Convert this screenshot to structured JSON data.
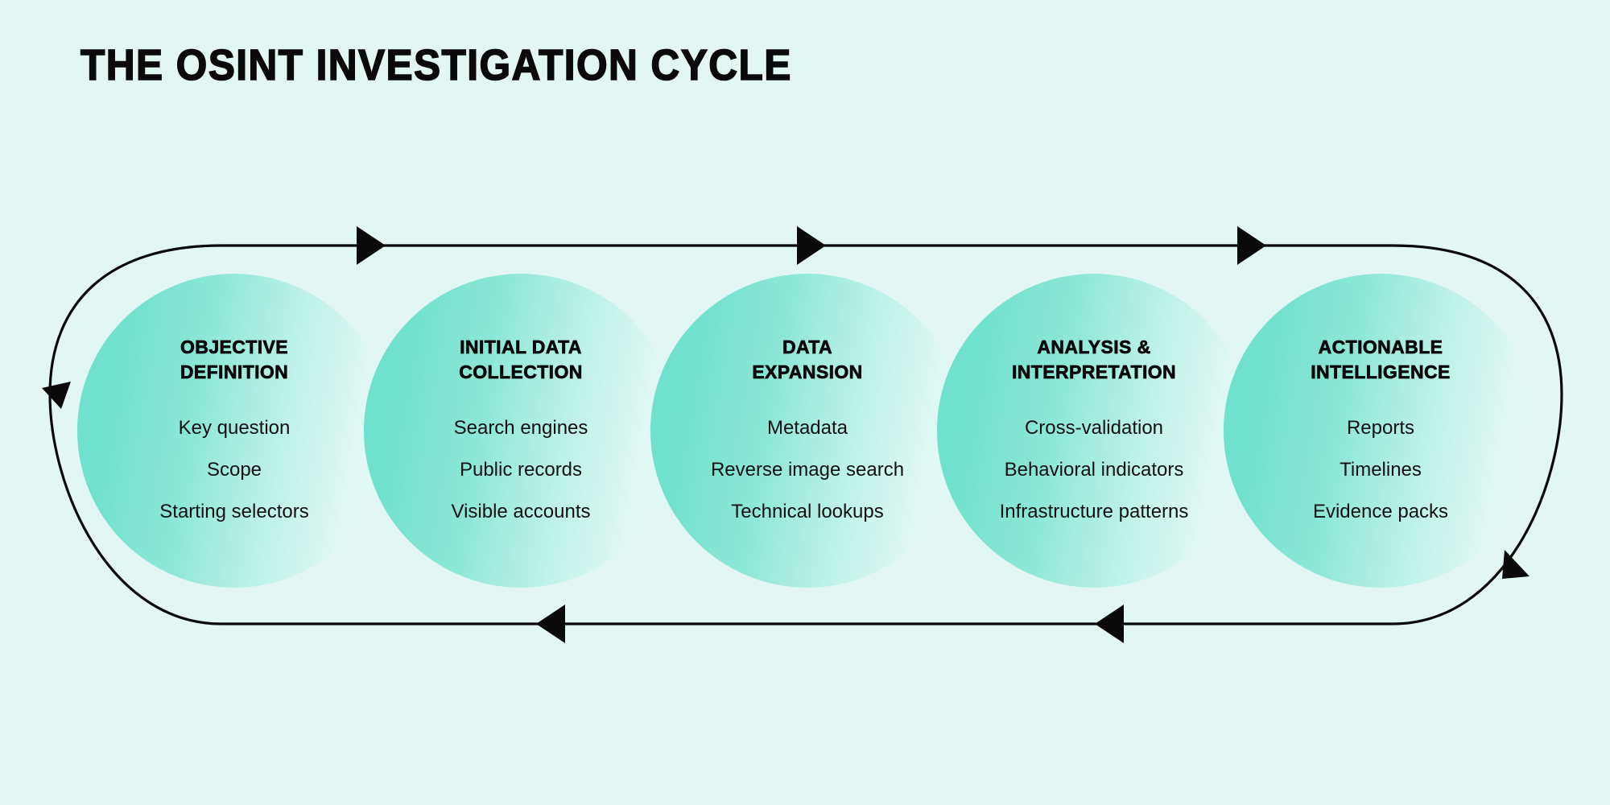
{
  "page": {
    "title": "THE OSINT INVESTIGATION CYCLE",
    "background_color": "#e2f7f3",
    "accent_color": "#6fe1cc",
    "accent_fade_color": "#e6f9f5",
    "line_color": "#0a0a0a",
    "text_color": "#111111"
  },
  "cycle": {
    "direction_top": "left-to-right",
    "direction_bottom": "right-to-left",
    "loop": true,
    "stages": [
      {
        "index": 1,
        "title": "OBJECTIVE\nDEFINITION",
        "items": [
          "Key question",
          "Scope",
          "Starting selectors"
        ]
      },
      {
        "index": 2,
        "title": "INITIAL DATA\nCOLLECTION",
        "items": [
          "Search engines",
          "Public records",
          "Visible accounts"
        ]
      },
      {
        "index": 3,
        "title": "DATA\nEXPANSION",
        "items": [
          "Metadata",
          "Reverse image search",
          "Technical lookups"
        ]
      },
      {
        "index": 4,
        "title": "ANALYSIS &\nINTERPRETATION",
        "items": [
          "Cross-validation",
          "Behavioral indicators",
          "Infrastructure patterns"
        ]
      },
      {
        "index": 5,
        "title": "ACTIONABLE\nINTELLIGENCE",
        "items": [
          "Reports",
          "Timelines",
          "Evidence packs"
        ]
      }
    ],
    "arrows": [
      {
        "name": "top-arrow-1",
        "orientation": "right"
      },
      {
        "name": "top-arrow-2",
        "orientation": "right"
      },
      {
        "name": "top-arrow-3",
        "orientation": "right"
      },
      {
        "name": "right-corner-arrow",
        "orientation": "down-right"
      },
      {
        "name": "bottom-arrow-1",
        "orientation": "left"
      },
      {
        "name": "bottom-arrow-2",
        "orientation": "left"
      },
      {
        "name": "left-corner-arrow",
        "orientation": "up-left"
      }
    ]
  }
}
